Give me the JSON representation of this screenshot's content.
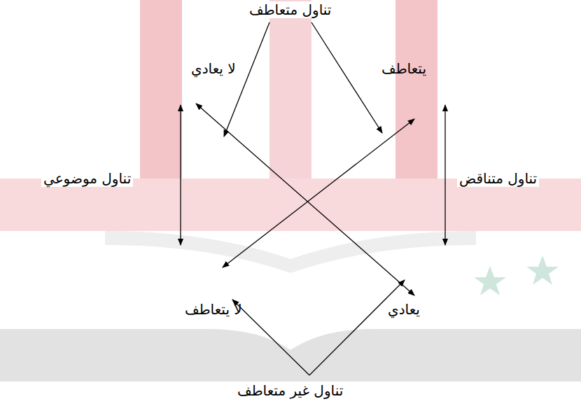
{
  "diagram": {
    "nodes": [
      {
        "text": [
          "يتعاطف"
        ]
      },
      {
        "text": [
          "لا يعادي"
        ]
      },
      {
        "text": [
          "يعادي"
        ]
      },
      {
        "text": [
          "لا يتعاطف"
        ]
      }
    ],
    "edges": [
      {
        "from": 1,
        "to": 3,
        "arrow": "both",
        "label": "تناول موضوعي"
      },
      {
        "from": 0,
        "to": 2,
        "arrow": "both",
        "label": "تناول متناقض"
      },
      {
        "from": 1,
        "to": 2,
        "arrow": "both"
      },
      {
        "from": 0,
        "to": 3,
        "arrow": "both"
      }
    ],
    "labels": [
      "تناول متعاطف",
      "تناول غير متعاطف"
    ]
  }
}
